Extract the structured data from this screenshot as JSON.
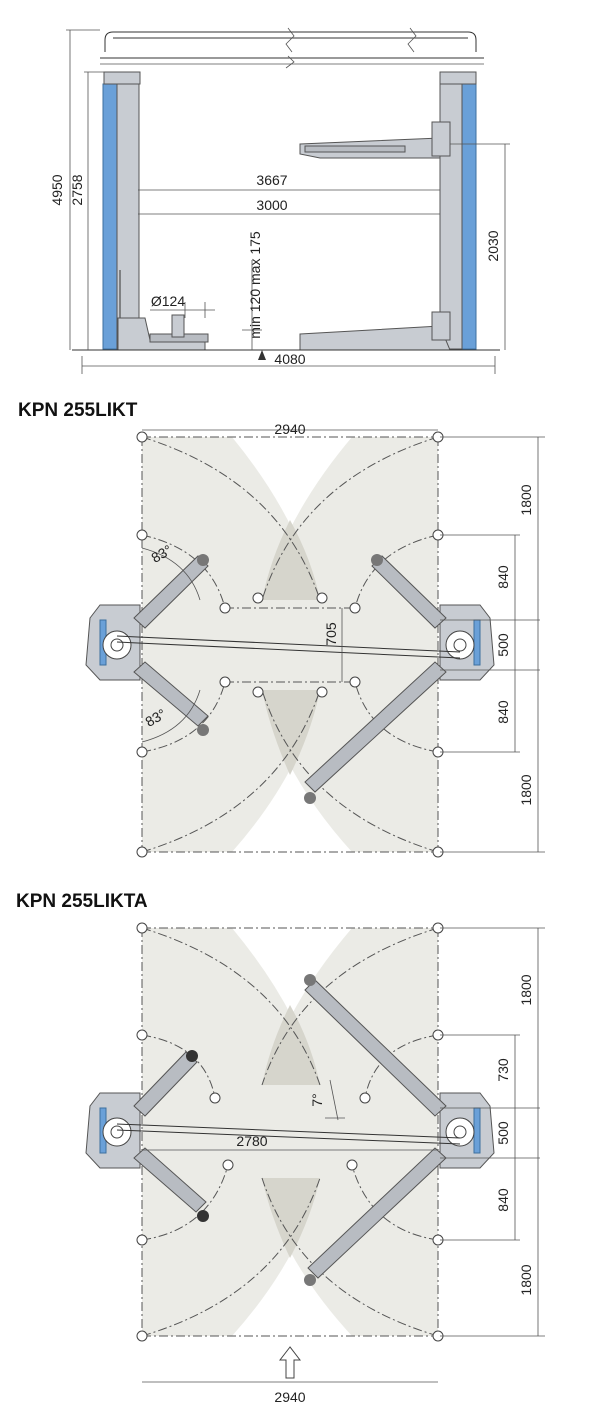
{
  "colors": {
    "column_blue": "#6aa0d8",
    "reach_zone": "#ebebe6",
    "overlap_zone": "#d6d5cc"
  },
  "elevation": {
    "dims": {
      "total_height": "4950",
      "column_height": "2758",
      "outer_width": "3667",
      "clear_width": "3000",
      "lift_height": "2030",
      "base_width": "4080",
      "pad_diameter": "Ø124",
      "pad_height": "min 120 max 175"
    }
  },
  "plan_likt": {
    "title": "KPN 255LIKT",
    "dims": {
      "width": "2940",
      "reach_top": "1800",
      "arm_top": "840",
      "center": "500",
      "arm_bottom": "840",
      "reach_bottom": "1800",
      "arm_gap": "705",
      "angle_top": "83°",
      "angle_bottom": "83°"
    }
  },
  "plan_likta": {
    "title": "KPN 255LIKTA",
    "dims": {
      "reach_top": "1800",
      "arm_top": "730",
      "center": "500",
      "arm_bottom": "840",
      "reach_bottom": "1800",
      "inner_width": "2780",
      "bottom_width": "2940",
      "angle": "7°"
    }
  }
}
